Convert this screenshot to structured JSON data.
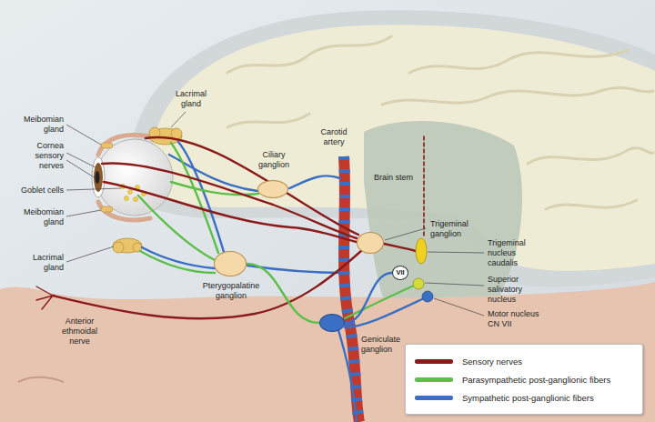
{
  "diagram": {
    "nodes": [
      {
        "text": [
          "Ciliary ganglion"
        ]
      },
      {
        "text": [
          "Pterygopalatine ganglion"
        ]
      },
      {
        "text": [
          "Trigeminal ganglion"
        ]
      },
      {
        "text": [
          "Geniculate ganglion"
        ]
      },
      {
        "text": [
          "VII"
        ]
      }
    ],
    "edges": [
      {
        "from": 3,
        "to": 1,
        "arrow": "none"
      },
      {
        "from": 4,
        "to": 3,
        "arrow": "none"
      }
    ],
    "labels": [
      "Lacrimal gland",
      "Meibomian gland",
      "Cornea sensory nerves",
      "Goblet cells",
      "Meibomian gland",
      "Lacrimal gland",
      "Anterior ethmoidal nerve",
      "Carotid artery",
      "Brain stem",
      "Trigeminal nucleus caudalis",
      "Superior salivatory nucleus",
      "Motor nucleus CN VII"
    ],
    "legend": [
      {
        "text": "Sensory nerves",
        "color": "#8b1a1a"
      },
      {
        "text": "Parasympathetic post-ganglionic fibers",
        "color": "#5cbf4a"
      },
      {
        "text": "Sympathetic post-ganglionic fibers",
        "color": "#3a6fc4"
      }
    ]
  }
}
